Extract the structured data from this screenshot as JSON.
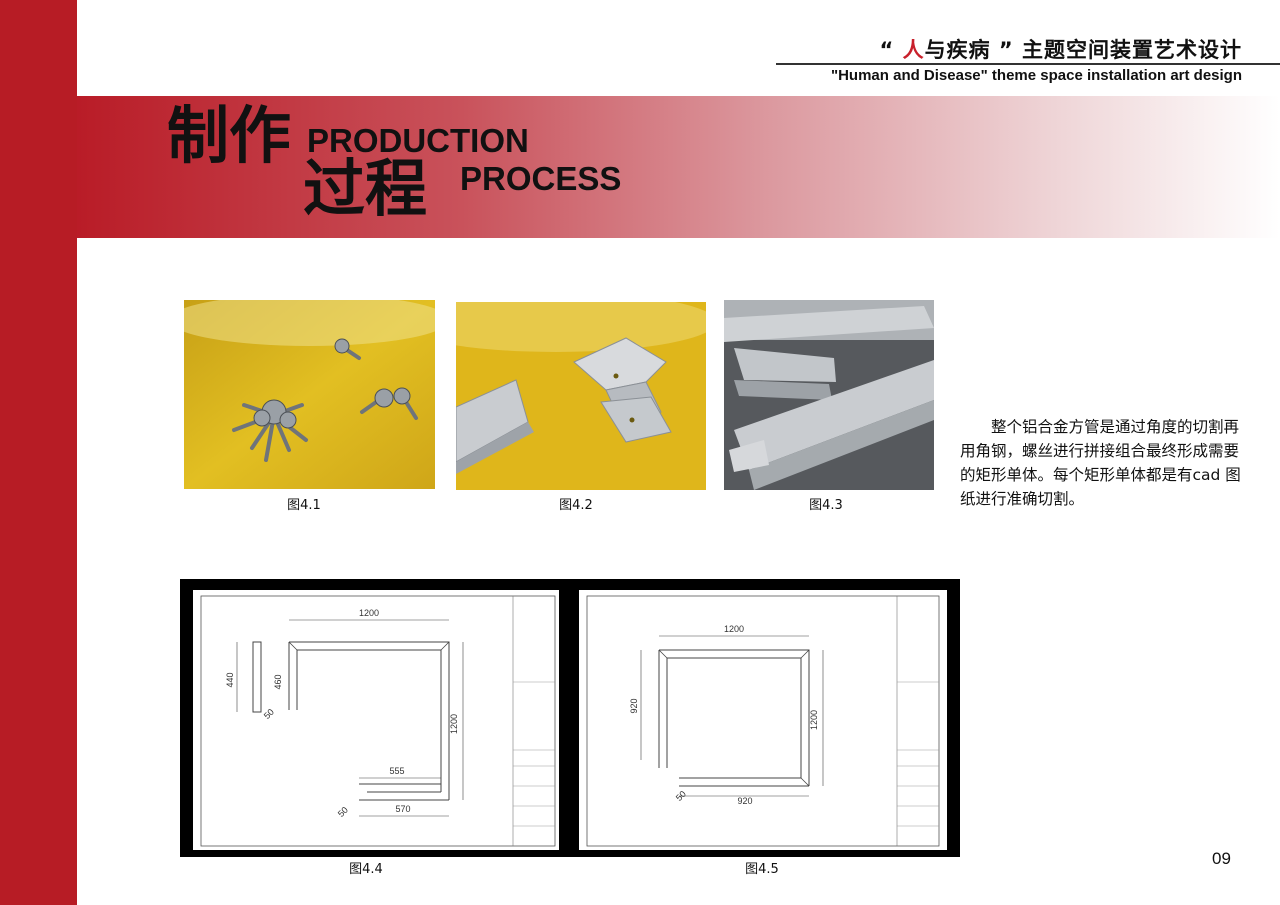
{
  "header": {
    "title_cn_quote_open": "“ ",
    "title_cn_accent": "人",
    "title_cn_rest": "与疾病 ” 主题空间装置艺术设计",
    "title_en": "\"Human and Disease\" theme space  installation art design"
  },
  "banner": {
    "cn_line1": "制作",
    "cn_line2": "过程",
    "en_line1": "PRODUCTION",
    "en_line2": "PROCESS"
  },
  "figures": {
    "fig1": "图4.1",
    "fig2": "图4.2",
    "fig3": "图4.3",
    "fig4": "图4.4",
    "fig5": "图4.5"
  },
  "description": "整个铝合金方管是通过角度的切割再用角钢，螺丝进行拼接组合最终形成需要的矩形单体。每个矩形单体都是有cad 图纸进行准确切割。",
  "cad1": {
    "dim_top": "1200",
    "dim_left_outer": "440",
    "dim_left_inner": "460",
    "dim_right": "1200",
    "dim_bottom_inner": "555",
    "dim_bottom_outer": "570",
    "dim_small_1": "50",
    "dim_small_2": "50"
  },
  "cad2": {
    "dim_top": "1200",
    "dim_left": "920",
    "dim_right": "1200",
    "dim_bottom": "920",
    "dim_small": "50"
  },
  "page_number": "09",
  "colors": {
    "brand_red": "#b71c25",
    "photo_yellow": "#e0b81a"
  }
}
